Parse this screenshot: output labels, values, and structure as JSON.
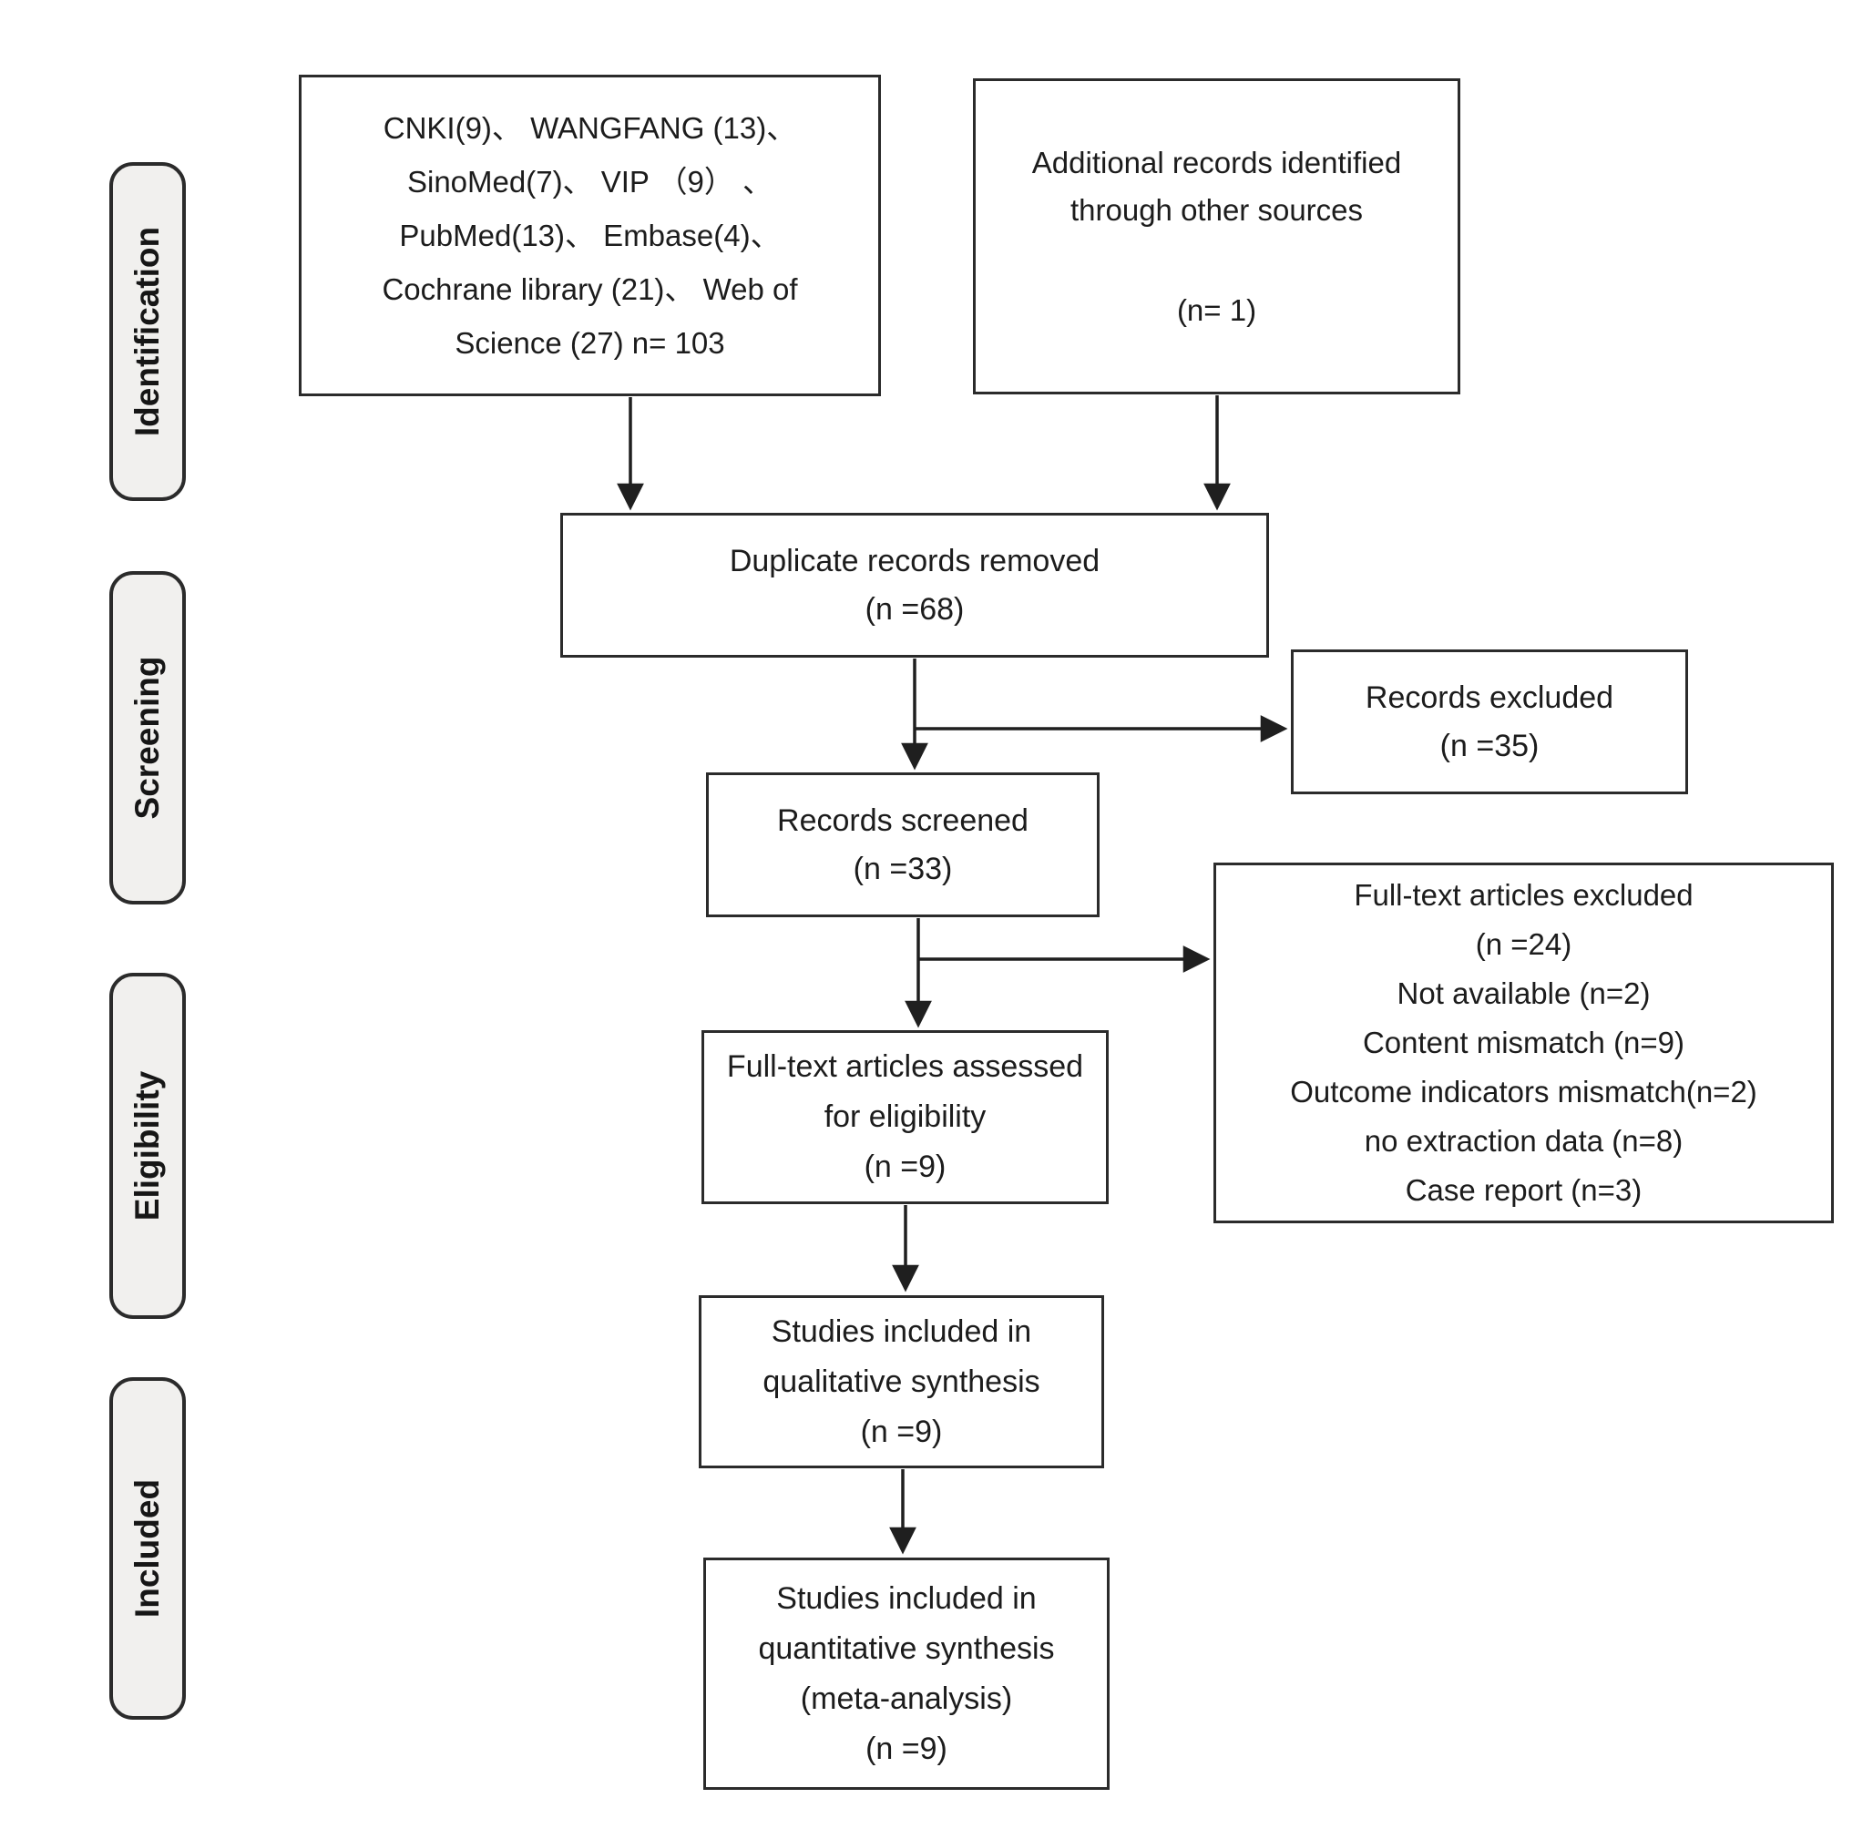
{
  "diagram_type": "PRISMA flow diagram",
  "stages": [
    {
      "id": "identification",
      "label": "Identification"
    },
    {
      "id": "screening",
      "label": "Screening"
    },
    {
      "id": "eligibility",
      "label": "Eligibility"
    },
    {
      "id": "included",
      "label": "Included"
    }
  ],
  "boxes": {
    "sources": {
      "lines": [
        "CNKI(9)、 WANGFANG (13)、",
        "SinoMed(7)、 VIP （9） 、",
        "PubMed(13)、 Embase(4)、",
        "Cochrane library (21)、 Web of",
        "Science (27)  n= 103"
      ]
    },
    "additional": {
      "lines": [
        "Additional records identified",
        "through other sources"
      ],
      "n": "(n= 1)"
    },
    "duplicates": {
      "title": "Duplicate records removed",
      "n": "(n =68)"
    },
    "records_excluded": {
      "title": "Records excluded",
      "n": "(n =35)"
    },
    "records_screened": {
      "title": "Records screened",
      "n": "(n =33)"
    },
    "fulltext_excluded": {
      "lines": [
        "Full-text articles excluded",
        "(n =24)",
        "Not available (n=2)",
        "Content mismatch (n=9)",
        "Outcome indicators mismatch(n=2)",
        "no extraction data (n=8)",
        "Case report (n=3)"
      ]
    },
    "fulltext_assessed": {
      "lines": [
        "Full-text articles assessed",
        "for eligibility",
        "(n =9)"
      ]
    },
    "qualitative": {
      "lines": [
        "Studies included in",
        "qualitative synthesis",
        "(n =9)"
      ]
    },
    "quantitative": {
      "lines": [
        "Studies included in",
        "quantitative synthesis",
        "(meta-analysis)",
        "(n =9)"
      ]
    }
  },
  "colors": {
    "background": "#ffffff",
    "box_border": "#2b2b2b",
    "stage_fill": "#f1f0ee",
    "arrow": "#1f1f1f",
    "text": "#1c1c1c"
  }
}
